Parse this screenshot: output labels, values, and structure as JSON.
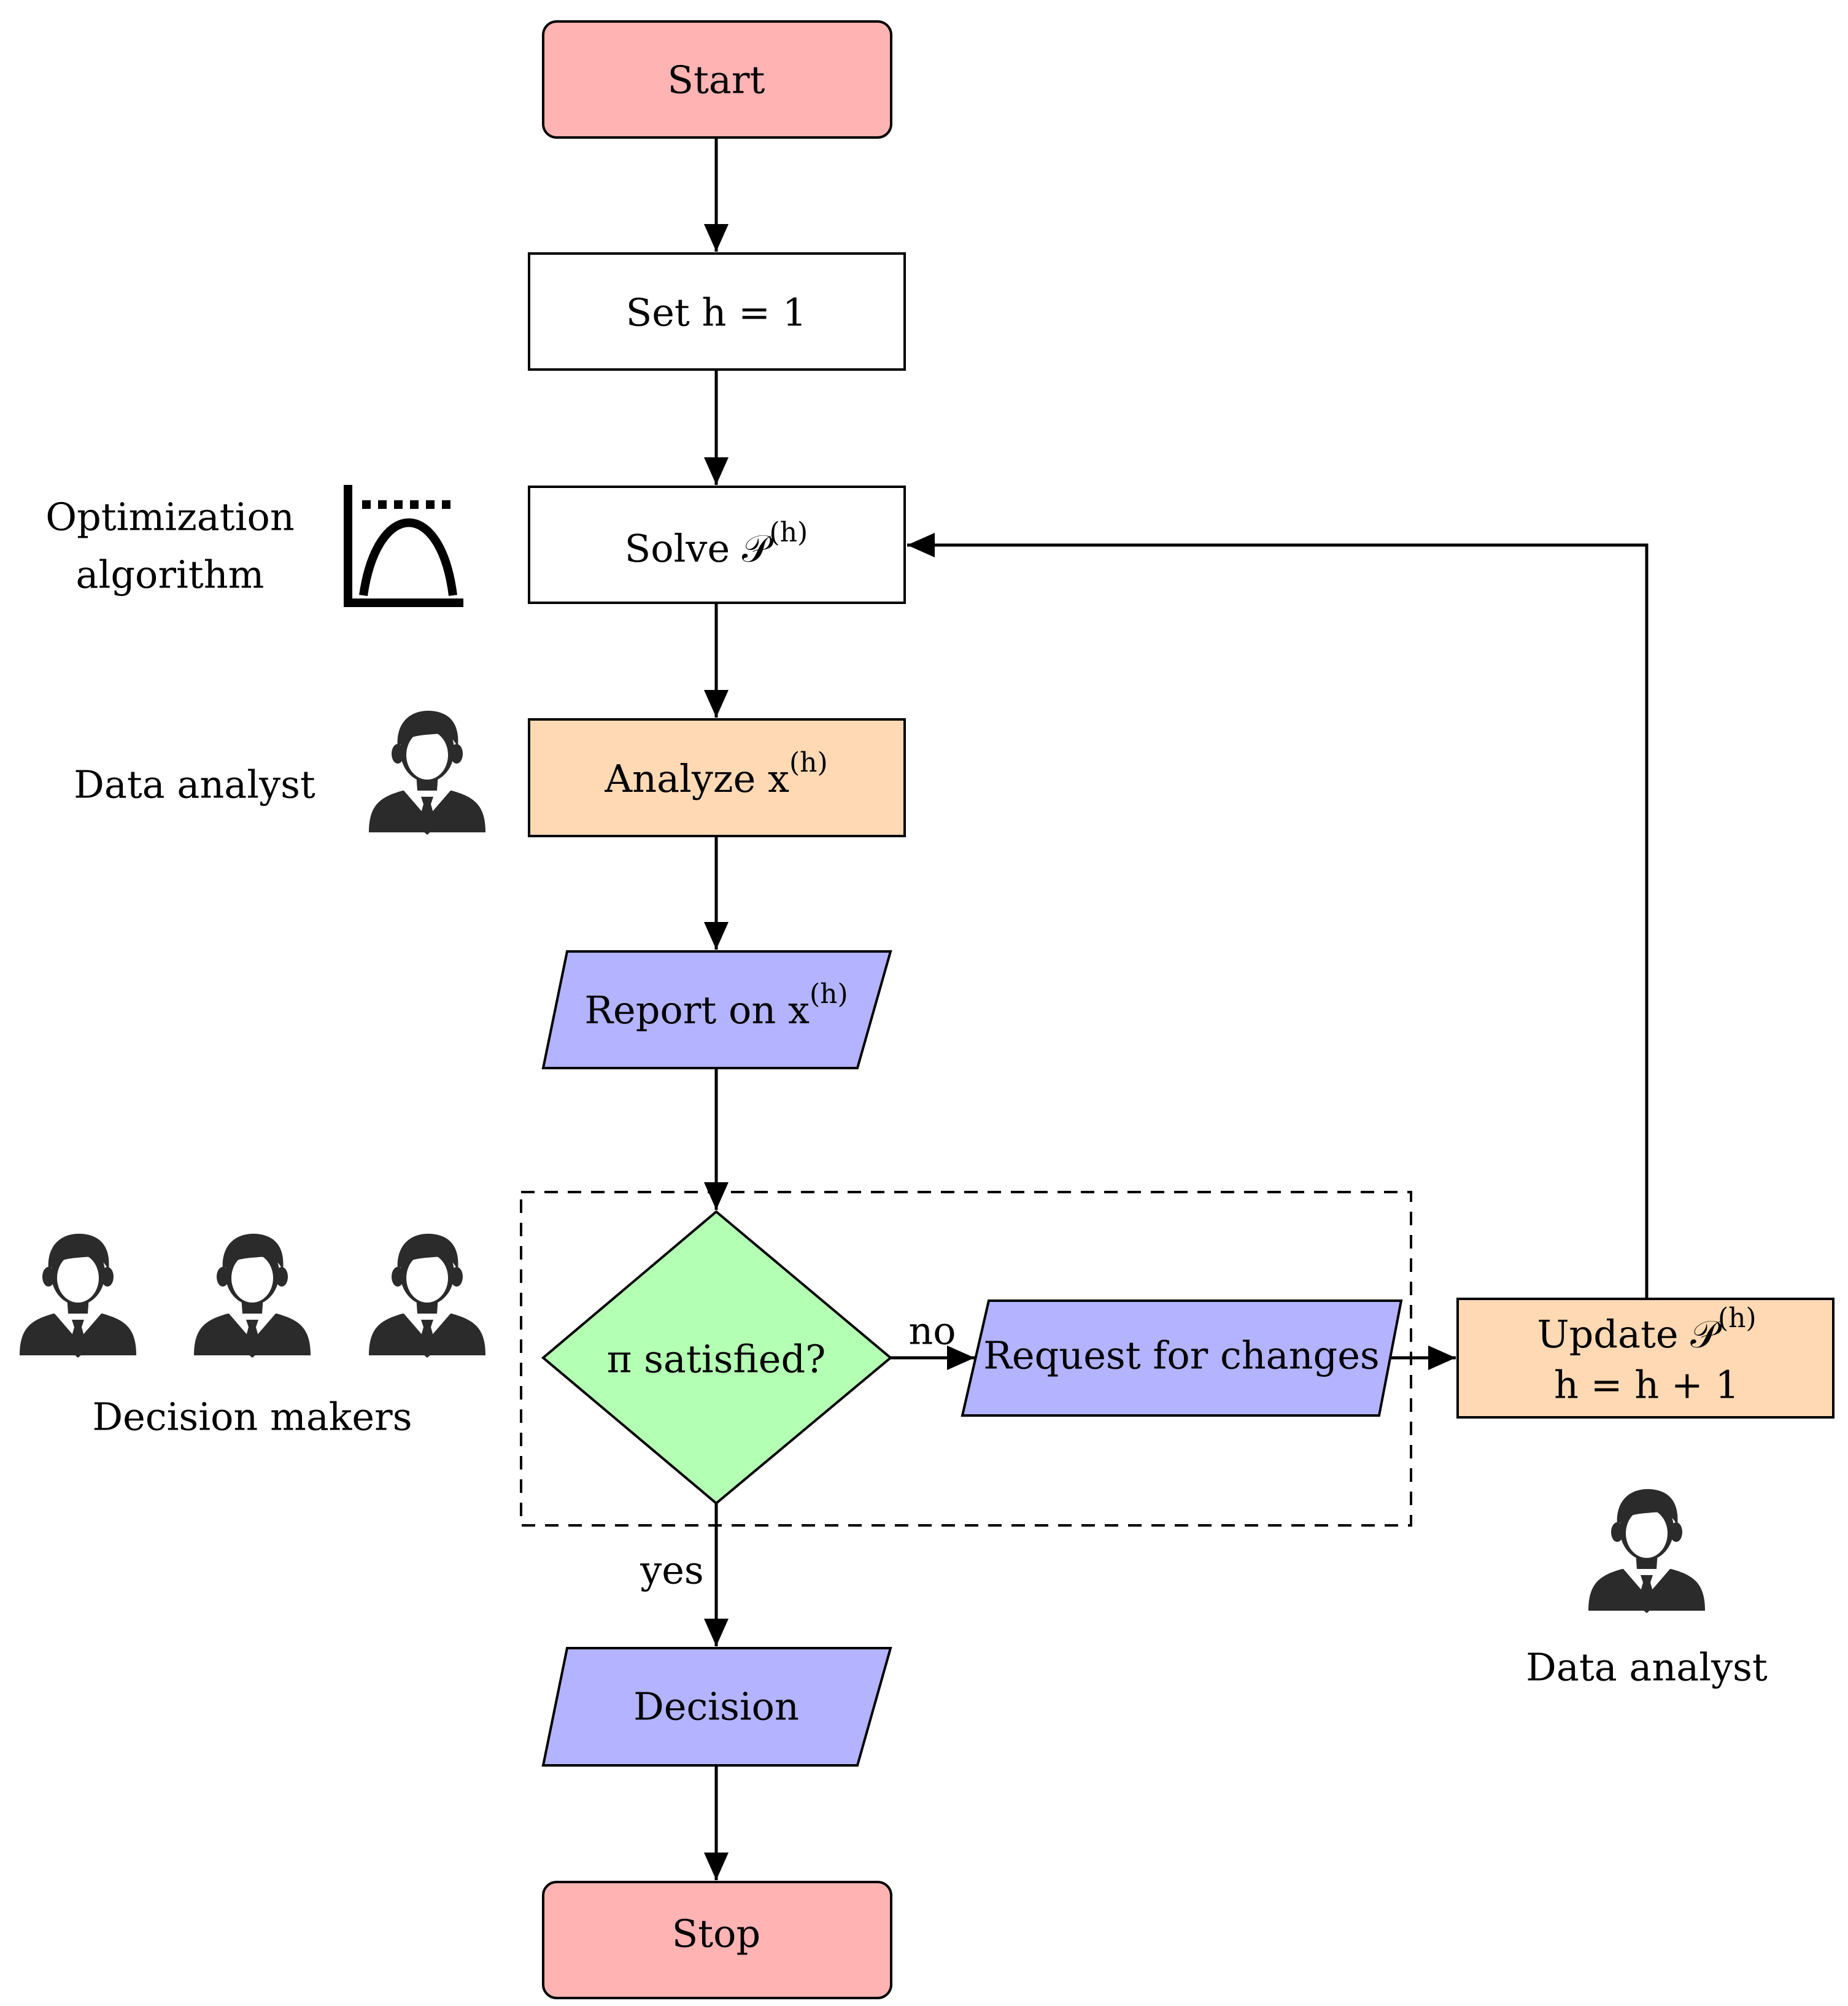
{
  "colors": {
    "terminal": "#ffb3b3",
    "process": "#ffffff",
    "analyst": "#ffd9b3",
    "io": "#b3b3ff",
    "decision": "#b3ffb3",
    "stroke": "#000000"
  },
  "nodes": {
    "start": {
      "label": "Start"
    },
    "set_h": {
      "label": "Set h = 1"
    },
    "solve": {
      "label": "Solve 𝒫",
      "sup": "(h)"
    },
    "analyze": {
      "label": "Analyze x",
      "sup": "(h)"
    },
    "report": {
      "label": "Report on x",
      "sup": "(h)"
    },
    "decision": {
      "label": "π satisfied?"
    },
    "request": {
      "label": "Request for changes"
    },
    "update": {
      "label_line1": "Update 𝒫",
      "sup": "(h)",
      "label_line2": "h = h + 1"
    },
    "final_decision": {
      "label": "Decision"
    },
    "stop": {
      "label": "Stop"
    }
  },
  "edges": {
    "no_label": "no",
    "yes_label": "yes"
  },
  "side_labels": {
    "optimization_line1": "Optimization",
    "optimization_line2": "algorithm",
    "data_analyst_left": "Data analyst",
    "decision_makers": "Decision makers",
    "data_analyst_right": "Data analyst"
  },
  "icons": {
    "optimization": "optimization-chart-icon",
    "person": "businessman-icon"
  }
}
